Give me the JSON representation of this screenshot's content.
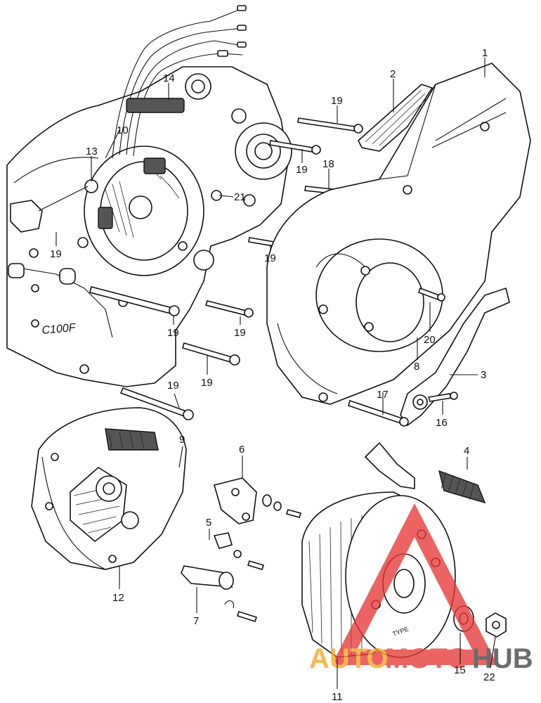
{
  "callouts": [
    {
      "id": "c1",
      "text": "1"
    },
    {
      "id": "c2",
      "text": "2"
    },
    {
      "id": "c3",
      "text": "3"
    },
    {
      "id": "c4",
      "text": "4"
    },
    {
      "id": "c5",
      "text": "5"
    },
    {
      "id": "c6",
      "text": "6"
    },
    {
      "id": "c7",
      "text": "7"
    },
    {
      "id": "c8",
      "text": "8"
    },
    {
      "id": "c9",
      "text": "9"
    },
    {
      "id": "c10",
      "text": "10"
    },
    {
      "id": "c11",
      "text": "11"
    },
    {
      "id": "c12",
      "text": "12"
    },
    {
      "id": "c13",
      "text": "13"
    },
    {
      "id": "c14",
      "text": "14"
    },
    {
      "id": "c15",
      "text": "15"
    },
    {
      "id": "c16",
      "text": "16"
    },
    {
      "id": "c17",
      "text": "17"
    },
    {
      "id": "c18",
      "text": "18"
    },
    {
      "id": "c19a",
      "text": "19"
    },
    {
      "id": "c19b",
      "text": "19"
    },
    {
      "id": "c19c",
      "text": "19"
    },
    {
      "id": "c19d",
      "text": "19"
    },
    {
      "id": "c19e",
      "text": "19"
    },
    {
      "id": "c19f",
      "text": "19"
    },
    {
      "id": "c19g",
      "text": "19"
    },
    {
      "id": "c19h",
      "text": "19"
    },
    {
      "id": "c20",
      "text": "20"
    },
    {
      "id": "c21",
      "text": "21"
    },
    {
      "id": "c22",
      "text": "22"
    }
  ],
  "crankcase_marking": "C100F",
  "flywheel_markings": [
    "TYPE"
  ],
  "watermark": {
    "part1": "AUTO",
    "part2": "MOTO",
    "part3": "HUB",
    "color_auto": "#f5a623",
    "color_moto": "#e53935",
    "color_hub": "#444444",
    "logo_color": "#e53935"
  },
  "colors": {
    "ink": "#111111",
    "background": "#ffffff"
  }
}
